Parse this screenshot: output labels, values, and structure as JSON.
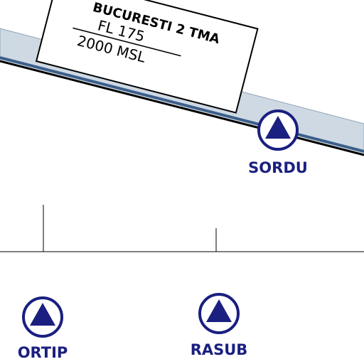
{
  "airspace": {
    "name": "BUCURESTI 2 TMA",
    "upper_limit": "FL 175",
    "lower_limit": "2000 MSL"
  },
  "waypoints": [
    {
      "name": "SORDU",
      "symbol": "compulsory-reporting-point"
    },
    {
      "name": "ORTIP",
      "symbol": "compulsory-reporting-point"
    },
    {
      "name": "RASUB",
      "symbol": "compulsory-reporting-point"
    }
  ],
  "colors": {
    "waypoint": "#1a1f80",
    "boundary_fill": "#cfd9e3",
    "boundary_line": "#3b5f8a"
  }
}
